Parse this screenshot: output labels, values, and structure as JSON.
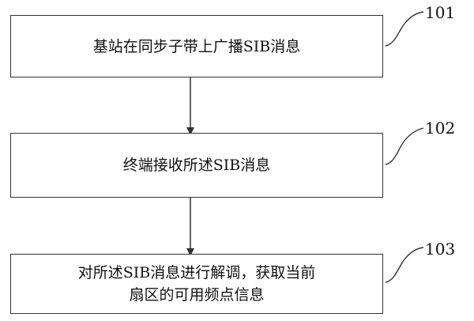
{
  "steps": [
    {
      "number": "101",
      "text": "基站在同步子带上广播SIB消息"
    },
    {
      "number": "102",
      "text": "终端接收所述SIB消息"
    },
    {
      "number": "103",
      "lines": [
        "对所述SIB消息进行解调，获取当前",
        "扇区的可用频点信息"
      ]
    }
  ]
}
